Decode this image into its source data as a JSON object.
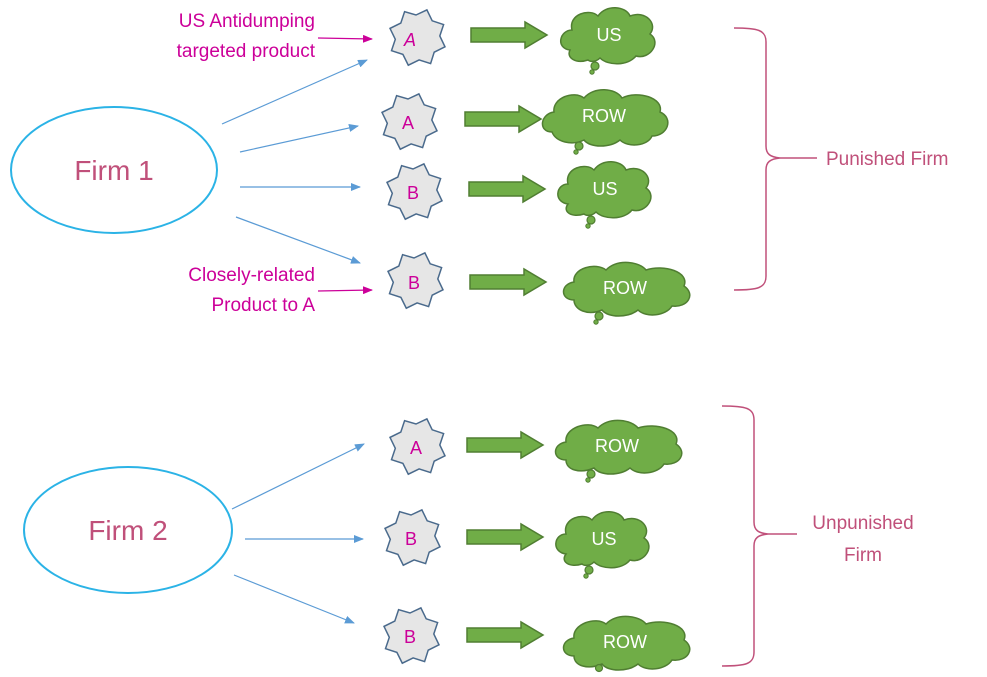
{
  "colors": {
    "ellipse_stroke": "#2bb3e6",
    "firm_text": "#c0507a",
    "annotation_text": "#cc0099",
    "product_fill": "#e6e6e6",
    "product_stroke": "#4a6a8c",
    "product_text": "#cc0099",
    "cloud_fill": "#70ad47",
    "cloud_stroke": "#507e32",
    "arrow_fill": "#70ad47",
    "thin_arrow": "#5b9bd5",
    "brace": "#c0507a"
  },
  "firm1": {
    "label": "Firm 1",
    "annotation_top": [
      "US Antidumping",
      "targeted product"
    ],
    "annotation_bottom": [
      "Closely-related",
      "Product to A"
    ],
    "rows": [
      {
        "product": "A",
        "destination": "US"
      },
      {
        "product": "A",
        "destination": "ROW"
      },
      {
        "product": "B",
        "destination": "US"
      },
      {
        "product": "B",
        "destination": "ROW"
      }
    ],
    "group_label": [
      "Punished Firm"
    ]
  },
  "firm2": {
    "label": "Firm 2",
    "rows": [
      {
        "product": "A",
        "destination": "ROW"
      },
      {
        "product": "B",
        "destination": "US"
      },
      {
        "product": "B",
        "destination": "ROW"
      }
    ],
    "group_label": [
      "Unpunished",
      "Firm"
    ]
  }
}
